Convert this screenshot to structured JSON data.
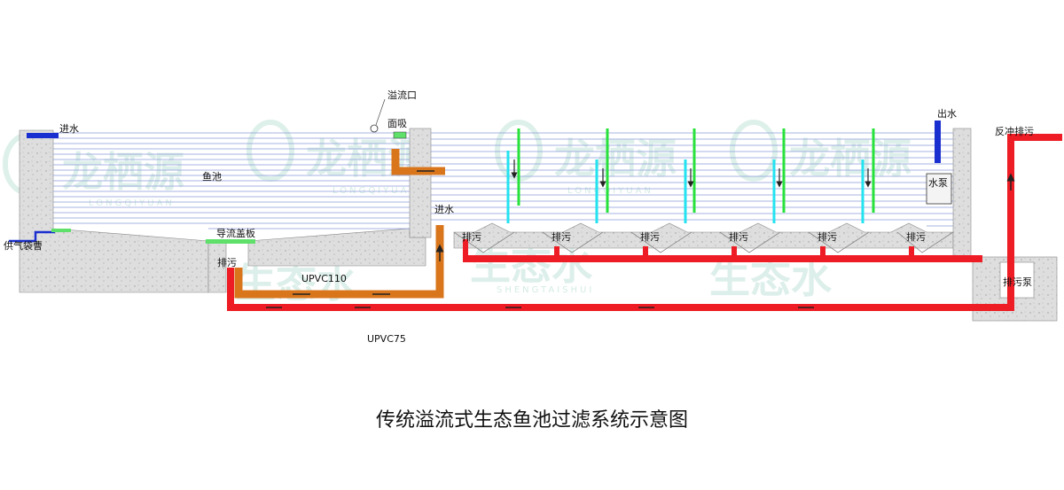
{
  "labels": {
    "inlet_top": "进水",
    "fish_pond": "鱼池",
    "overflow_port": "溢流口",
    "surface_skimmer": "面吸",
    "inlet_mid": "进水",
    "outlet": "出水",
    "water_pump": "水泵",
    "backwash_drain": "反冲排污",
    "air_supply": "供气袋曹",
    "deflector_plate": "导流盖板",
    "drain_left": "排污",
    "upvc110": "UPVC110",
    "upvc75": "UPVC75",
    "drain_pump": "排污泵",
    "filter_drains": [
      "排污",
      "排污",
      "排污",
      "排污",
      "排污",
      "排污"
    ]
  },
  "caption": "传统溢流式生态鱼池过滤系统示意图",
  "watermark": {
    "brand": "龙栖源",
    "brand_pinyin": "LONGQIYUAN",
    "sub": "生态水",
    "sub_pinyin": "SHENGTAISHUI"
  },
  "colors": {
    "water_line": "#8a9ad8",
    "concrete": "#dadada",
    "drain_pipe": "#ee1c24",
    "overflow_pipe": "#d9761c",
    "inlet_pipe": "#1a2fcf",
    "filter_green": "#27e23a",
    "filter_cyan": "#23e3f0",
    "plate_green": "#5ee06a"
  }
}
